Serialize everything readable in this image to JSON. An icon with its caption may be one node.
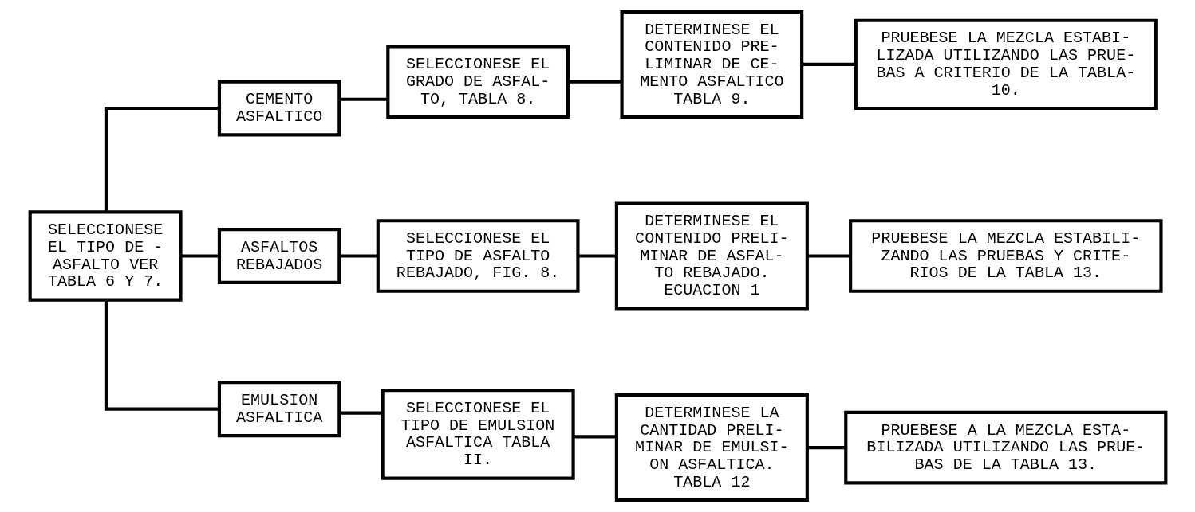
{
  "diagram": {
    "nodes": [
      {
        "text": [
          "SELECCIONESE EL TIPO DE - ASFALTO VER TABLA 6 Y 7."
        ]
      },
      {
        "text": [
          "CEMENTO ASFALTICO"
        ]
      },
      {
        "text": [
          "ASFALTOS REBAJADOS"
        ]
      },
      {
        "text": [
          "EMULSION ASFALTICA"
        ]
      },
      {
        "text": [
          "SELECCIONESE EL GRADO DE ASFAL- TO, TABLA 8."
        ]
      },
      {
        "text": [
          "DETERMINESE EL CONTENIDO PRE- LIMINAR DE CE- MENTO ASFALTICO TABLA 9."
        ]
      },
      {
        "text": [
          "PRUEBESE LA MEZCLA ESTABI- LIZADA UTILIZANDO LAS PRUE- BAS A CRITERIO DE LA TABLA- 10."
        ]
      },
      {
        "text": [
          "SELECCIONESE EL TIPO DE ASFALTO REBAJADO, FIG. 8."
        ]
      },
      {
        "text": [
          "DETERMINESE EL CONTENIDO PRELI- MINAR DE ASFAL- TO REBAJADO. ECUACION 1"
        ]
      },
      {
        "text": [
          "PRUEBESE LA MEZCLA ESTABILI- ZANDO LAS PRUEBAS Y CRITE- RIOS DE LA TABLA 13."
        ]
      },
      {
        "text": [
          "SELECCIONESE EL TIPO DE EMULSION ASFALTICA TABLA II."
        ]
      },
      {
        "text": [
          "DETERMINESE LA CANTIDAD PRELI- MINAR DE EMULSI- ON ASFALTICA. TABLA 12"
        ]
      },
      {
        "text": [
          "PRUEBESE A LA MEZCLA ESTA- BILIZADA UTILIZANDO LAS PRUE- BAS DE LA TABLA 13."
        ]
      }
    ],
    "edges": [
      {
        "from": 0,
        "to": 1,
        "arrow": "none"
      },
      {
        "from": 0,
        "to": 2,
        "arrow": "none"
      },
      {
        "from": 0,
        "to": 3,
        "arrow": "none"
      },
      {
        "from": 1,
        "to": 4,
        "arrow": "none"
      },
      {
        "from": 4,
        "to": 5,
        "arrow": "none"
      },
      {
        "from": 5,
        "to": 6,
        "arrow": "none"
      },
      {
        "from": 2,
        "to": 7,
        "arrow": "none"
      },
      {
        "from": 7,
        "to": 8,
        "arrow": "none"
      },
      {
        "from": 8,
        "to": 9,
        "arrow": "none"
      },
      {
        "from": 3,
        "to": 10,
        "arrow": "none"
      },
      {
        "from": 10,
        "to": 11,
        "arrow": "none"
      },
      {
        "from": 11,
        "to": 12,
        "arrow": "none"
      }
    ]
  }
}
